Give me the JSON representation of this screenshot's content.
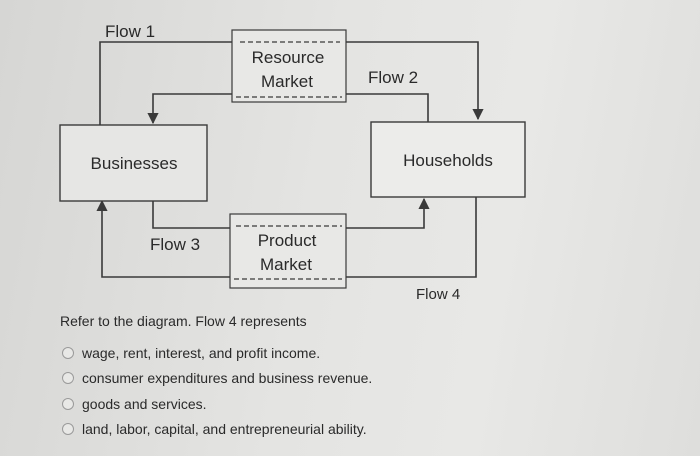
{
  "diagram": {
    "nodes": {
      "businesses": "Businesses",
      "households": "Households",
      "resource_market": [
        "Resource",
        "Market"
      ],
      "product_market": [
        "Product",
        "Market"
      ]
    },
    "flows": {
      "flow1": "Flow 1",
      "flow2": "Flow 2",
      "flow3": "Flow 3",
      "flow4": "Flow 4"
    }
  },
  "question": {
    "prompt": "Refer to the diagram. Flow 4 represents",
    "options": [
      "wage, rent, interest, and profit income.",
      "consumer expenditures and business revenue.",
      "goods and services.",
      "land, labor, capital, and entrepreneurial ability."
    ]
  }
}
